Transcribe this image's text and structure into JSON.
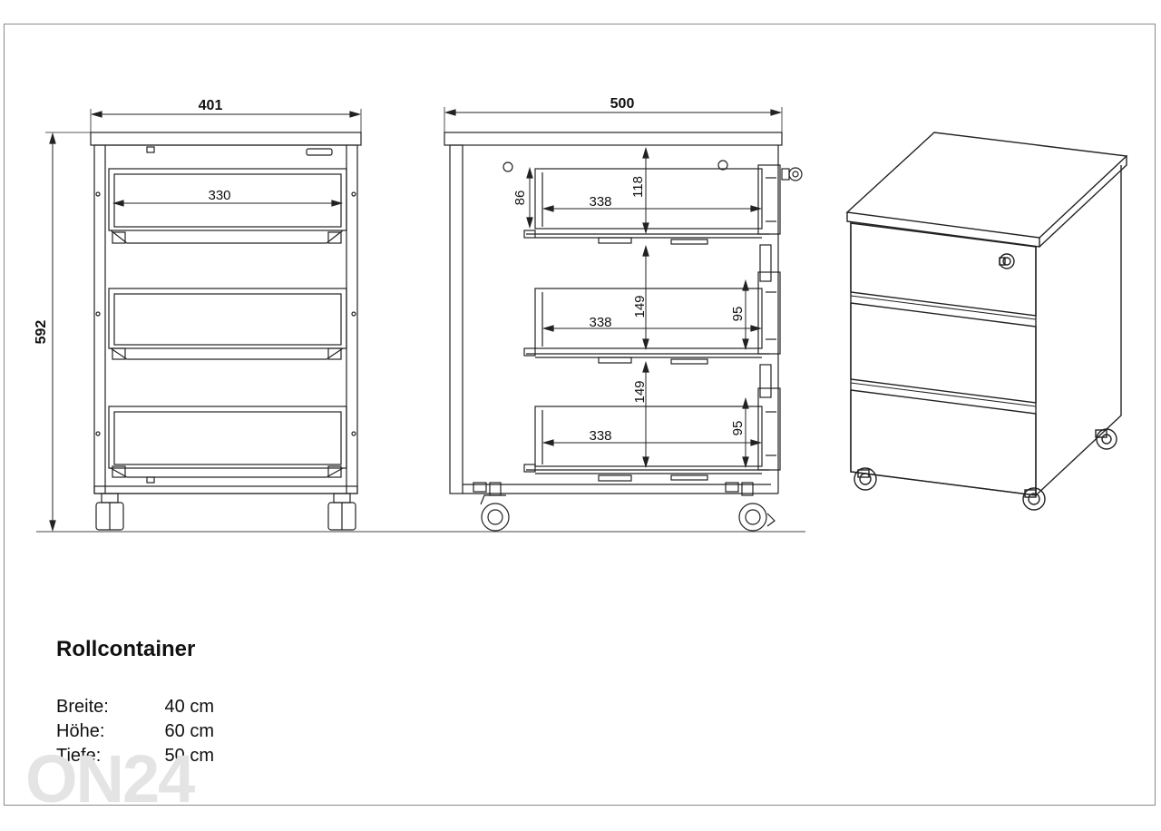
{
  "front_view": {
    "width_label": "401",
    "height_label": "592",
    "drawer_inner_width_label": "330"
  },
  "side_view": {
    "depth_label": "500",
    "drawer_depth_labels": [
      "338",
      "338",
      "338"
    ],
    "vertical_labels": {
      "top_drawer_height": "118",
      "top_drawer_side": "86",
      "middle_pitch": "149",
      "middle_side": "95",
      "bottom_pitch": "149",
      "bottom_side": "95"
    }
  },
  "product": {
    "title": "Rollcontainer",
    "specs": [
      {
        "label": "Breite:",
        "value": "40 cm"
      },
      {
        "label": "Höhe:",
        "value": "60 cm"
      },
      {
        "label": "Tiefe:",
        "value": "50 cm"
      }
    ]
  },
  "watermark": "ON24"
}
